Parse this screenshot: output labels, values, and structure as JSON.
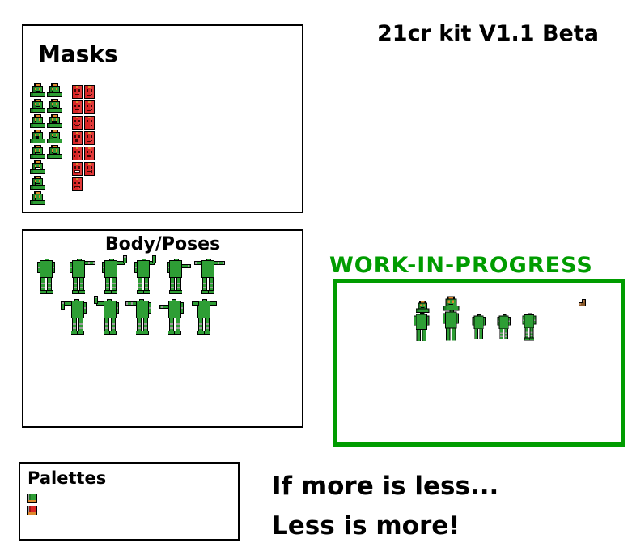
{
  "title": "21cr kit V1.1 Beta",
  "tagline": {
    "line1": "If more is less...",
    "line2": "Less is more!"
  },
  "colors": {
    "sprite_green": "#2e9e35",
    "sprite_green_dark": "#1f7a26",
    "mask_red": "#d92626",
    "mask_red_bright": "#e23b3b",
    "mask_red_dark": "#3d0505",
    "orange": "#de8a2e",
    "joint_gray": "#9c9c9c",
    "wip_green": "#009c00",
    "outline": "#000000",
    "boot_brown": "#8a5a2b",
    "boot_brown_light": "#b5835a"
  },
  "masks_panel": {
    "label": "Masks",
    "green_rows": [
      2,
      2,
      2,
      2,
      2,
      1,
      1,
      1
    ],
    "green_faces": [
      "line",
      "frown",
      "line",
      "frown",
      "smile",
      "teeth",
      "open",
      "smile",
      "grin",
      "frown",
      "teeth",
      "grin",
      "grin"
    ],
    "red_rows": [
      2,
      2,
      2,
      2,
      2,
      2,
      1
    ],
    "red_faces": [
      "line",
      "frown",
      "line",
      "frown",
      "smile",
      "frown",
      "open",
      "frown",
      "grin",
      "open",
      "teeth",
      "grin",
      "grin"
    ]
  },
  "body_panel": {
    "label": "Body/Poses",
    "rows": [
      [
        "down",
        "out",
        "wave",
        "bent",
        "point",
        "tpose"
      ],
      [
        "out-drop",
        "wave-l",
        "out-l",
        "point-l",
        "spread"
      ]
    ]
  },
  "wip": {
    "label": "WORK-IN-PROGRESS",
    "figures": [
      "masked-small",
      "masked-tall",
      "plain",
      "jointed",
      "booted"
    ],
    "boot_icon": "boot-icon"
  },
  "palettes_panel": {
    "label": "Palettes",
    "swatches": [
      {
        "name": "green-palette",
        "dark": "#1f7a26",
        "bright": "#2e9e35",
        "accent": "#de8a2e"
      },
      {
        "name": "red-palette",
        "dark": "#a31414",
        "bright": "#d92626",
        "accent": "#de8a2e"
      }
    ]
  }
}
